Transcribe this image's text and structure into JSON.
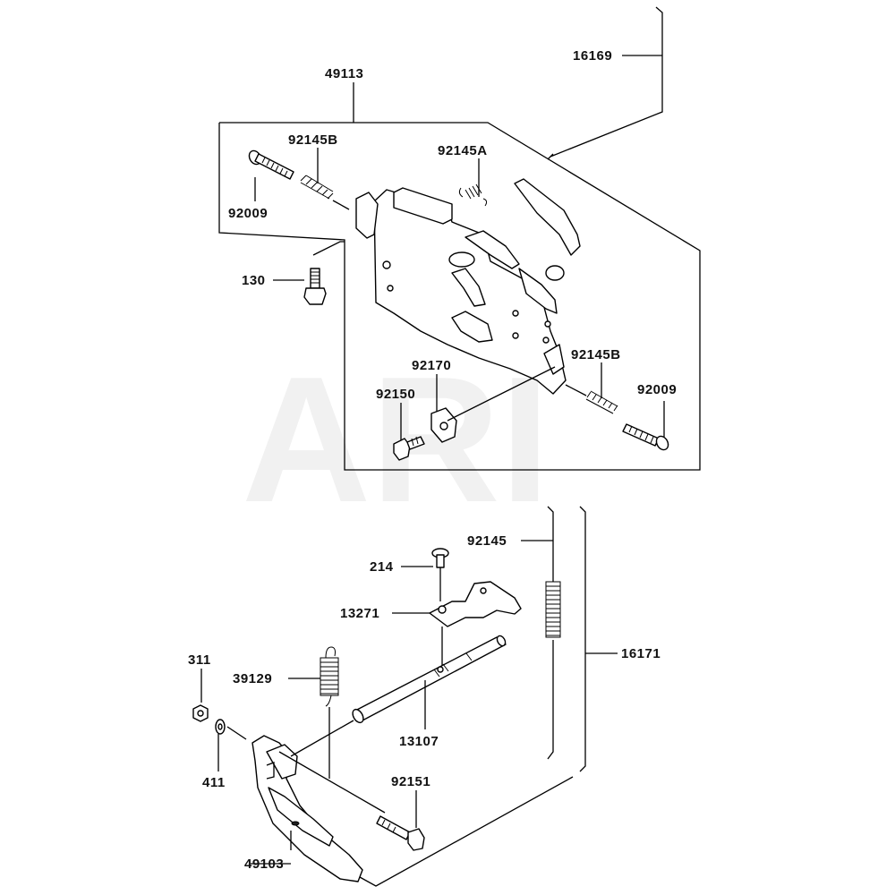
{
  "watermark": "ARI",
  "callouts": {
    "p16169": "16169",
    "p49113": "49113",
    "p92145B_top": "92145B",
    "p92145A": "92145A",
    "p92009_top": "92009",
    "p130": "130",
    "p92170": "92170",
    "p92150": "92150",
    "p92145B_right": "92145B",
    "p92009_right": "92009",
    "p92145": "92145",
    "p214": "214",
    "p13271": "13271",
    "p311": "311",
    "p39129": "39129",
    "p13107": "13107",
    "p16171": "16171",
    "p411": "411",
    "p92151": "92151",
    "p49103": "49103"
  }
}
